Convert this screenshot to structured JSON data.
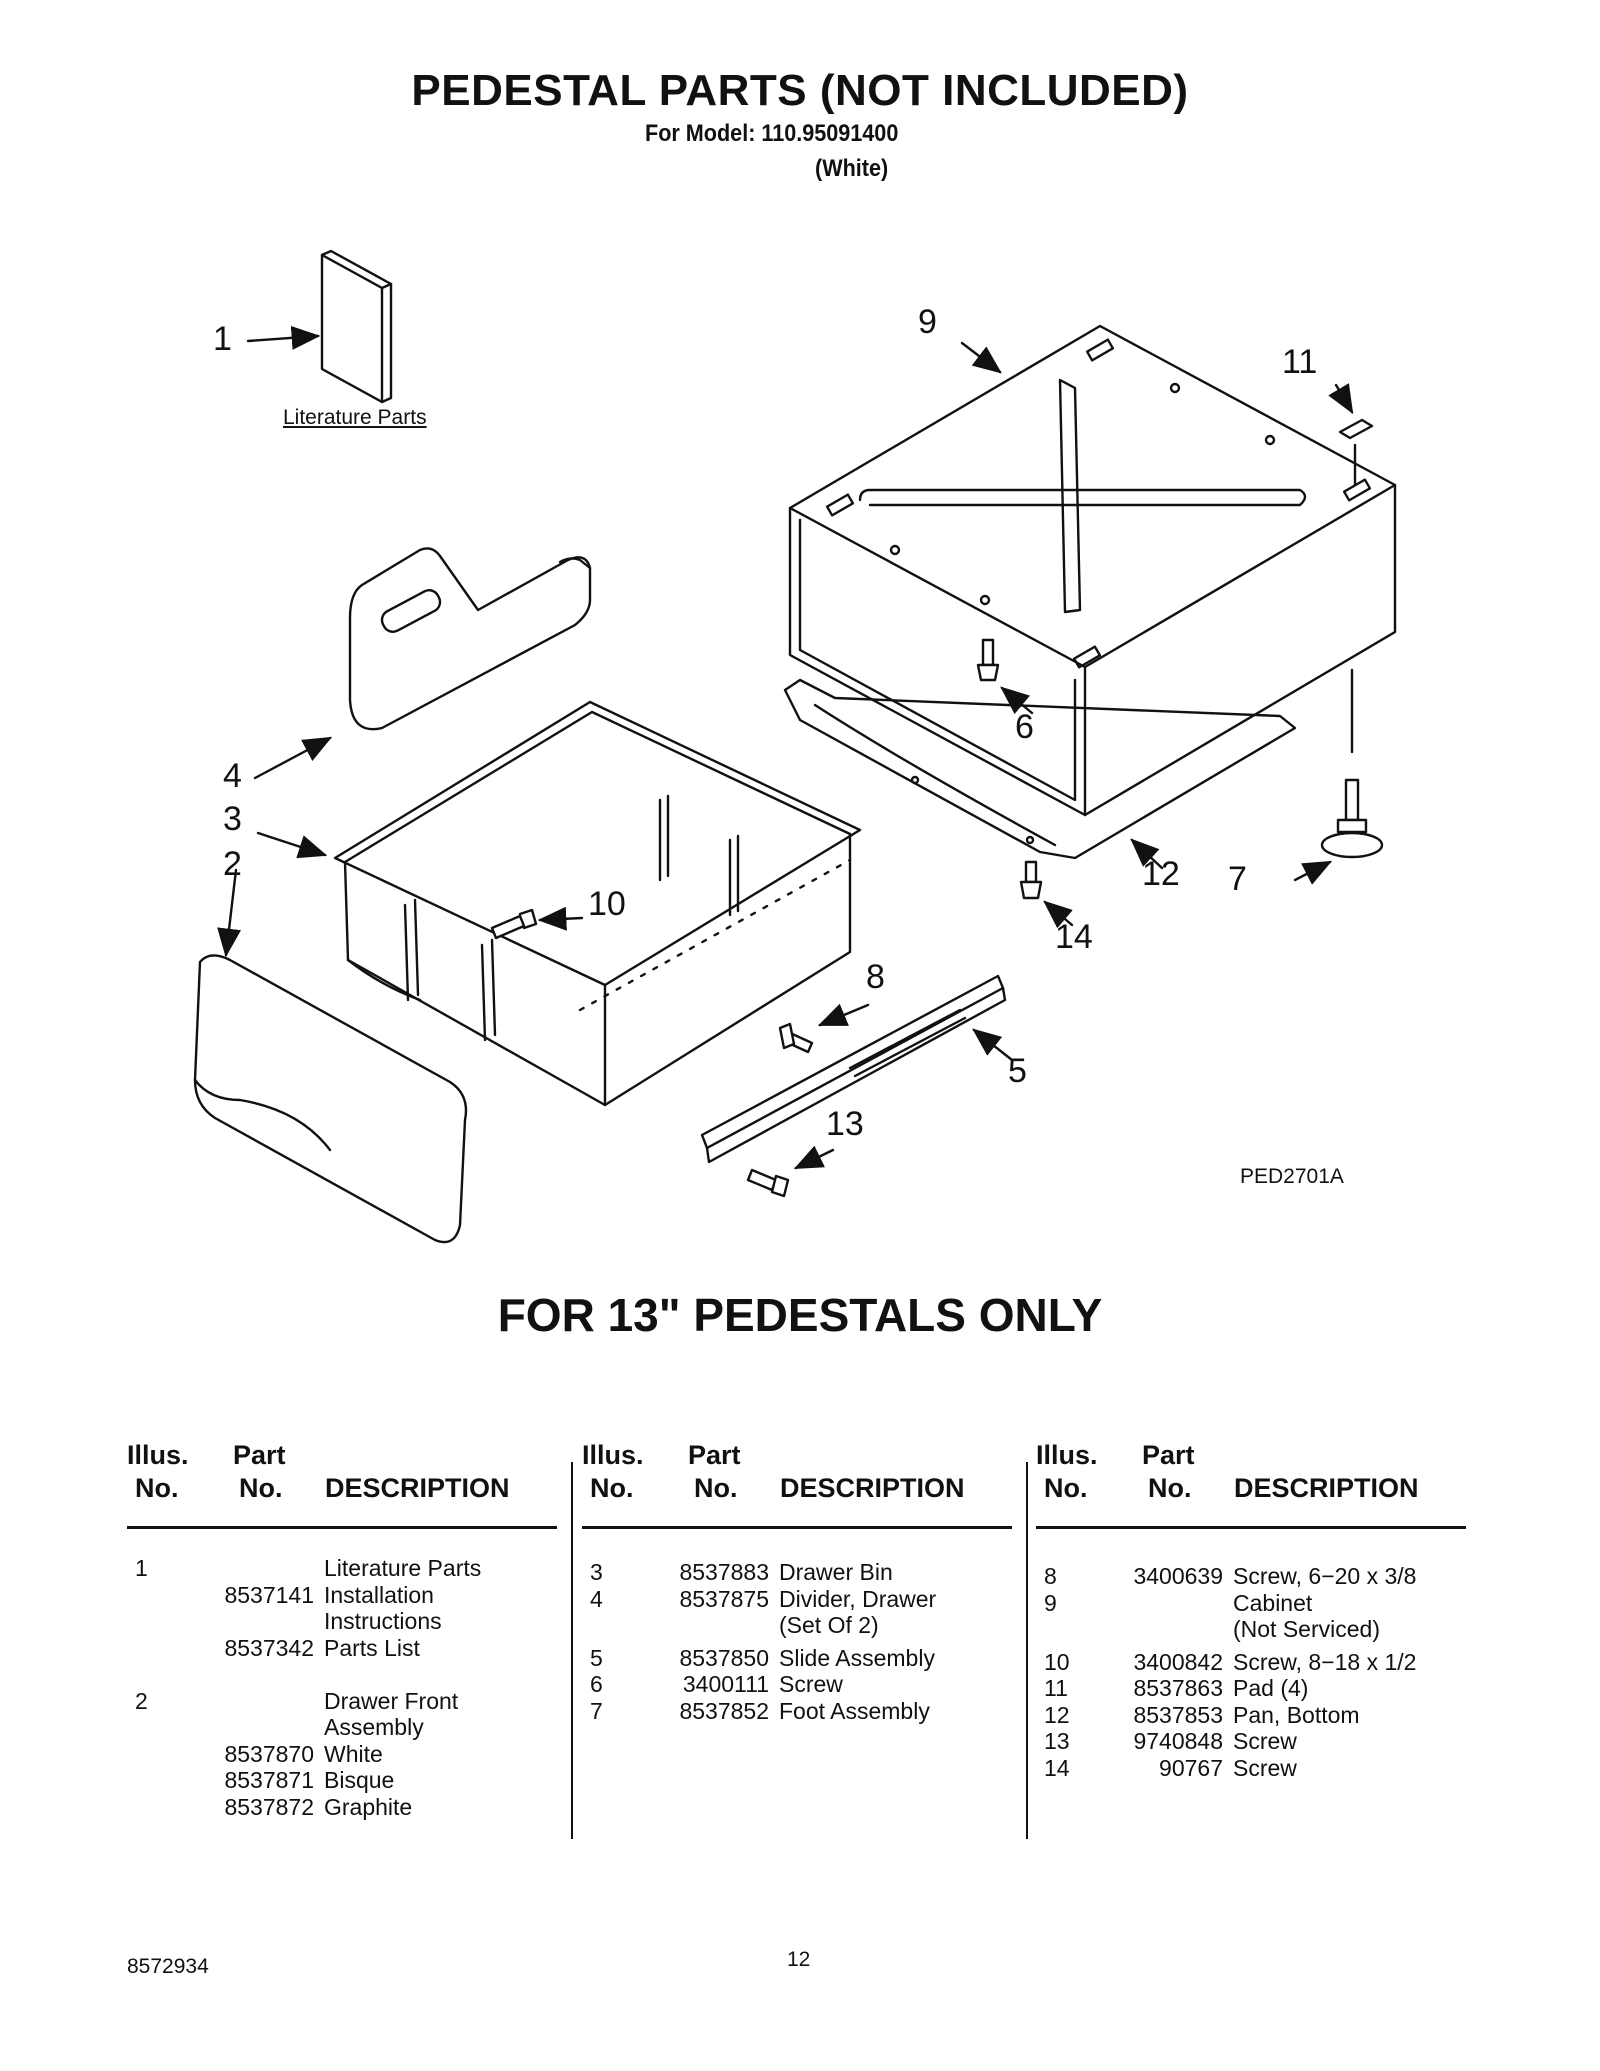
{
  "header": {
    "title": "PEDESTAL PARTS (NOT INCLUDED)",
    "model_line": "For Model: 110.95091400",
    "color_line": "(White)"
  },
  "diagram": {
    "literature_label": "Literature Parts",
    "code": "PED2701A",
    "callouts": [
      "1",
      "2",
      "3",
      "4",
      "5",
      "6",
      "7",
      "8",
      "9",
      "10",
      "11",
      "12",
      "13",
      "14"
    ]
  },
  "note": "FOR 13\" PEDESTALS ONLY",
  "table": {
    "headers": {
      "illus_top": "Illus.",
      "illus_bottom": "No.",
      "part_top": "Part",
      "part_bottom": "No.",
      "description": "DESCRIPTION"
    },
    "columns": [
      [
        {
          "illus": "1",
          "part": "",
          "desc": "Literature Parts"
        },
        {
          "illus": "",
          "part": "8537141",
          "desc": "Installation"
        },
        {
          "illus": "",
          "part": "",
          "desc": "Instructions"
        },
        {
          "illus": "",
          "part": "8537342",
          "desc": "Parts List"
        },
        {
          "illus": "",
          "part": "",
          "desc": ""
        },
        {
          "illus": "2",
          "part": "",
          "desc": "Drawer Front"
        },
        {
          "illus": "",
          "part": "",
          "desc": "Assembly"
        },
        {
          "illus": "",
          "part": "8537870",
          "desc": "White"
        },
        {
          "illus": "",
          "part": "8537871",
          "desc": "Bisque"
        },
        {
          "illus": "",
          "part": "8537872",
          "desc": "Graphite"
        }
      ],
      [
        {
          "illus": "3",
          "part": "8537883",
          "desc": "Drawer Bin"
        },
        {
          "illus": "4",
          "part": "8537875",
          "desc": "Divider, Drawer"
        },
        {
          "illus": "",
          "part": "",
          "desc": "(Set Of 2)"
        },
        {
          "illus": "5",
          "part": "8537850",
          "desc": "Slide Assembly"
        },
        {
          "illus": "6",
          "part": "3400111",
          "desc": "Screw"
        },
        {
          "illus": "7",
          "part": "8537852",
          "desc": "Foot Assembly"
        }
      ],
      [
        {
          "illus": "8",
          "part": "3400639",
          "desc": "Screw, 6−20 x 3/8"
        },
        {
          "illus": "9",
          "part": "",
          "desc": "Cabinet"
        },
        {
          "illus": "",
          "part": "",
          "desc": "(Not Serviced)"
        },
        {
          "illus": "10",
          "part": "3400842",
          "desc": "Screw, 8−18 x 1/2"
        },
        {
          "illus": "11",
          "part": "8537863",
          "desc": "Pad (4)"
        },
        {
          "illus": "12",
          "part": "8537853",
          "desc": "Pan, Bottom"
        },
        {
          "illus": "13",
          "part": "9740848",
          "desc": "Screw"
        },
        {
          "illus": "14",
          "part": "90767",
          "desc": "Screw"
        }
      ]
    ]
  },
  "footer": {
    "doc_number": "8572934",
    "page": "12"
  }
}
